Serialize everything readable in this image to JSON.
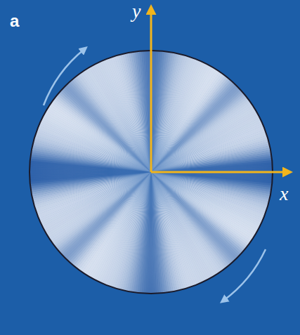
{
  "diagram": {
    "labels": [
      "a",
      "y",
      "x"
    ]
  }
}
